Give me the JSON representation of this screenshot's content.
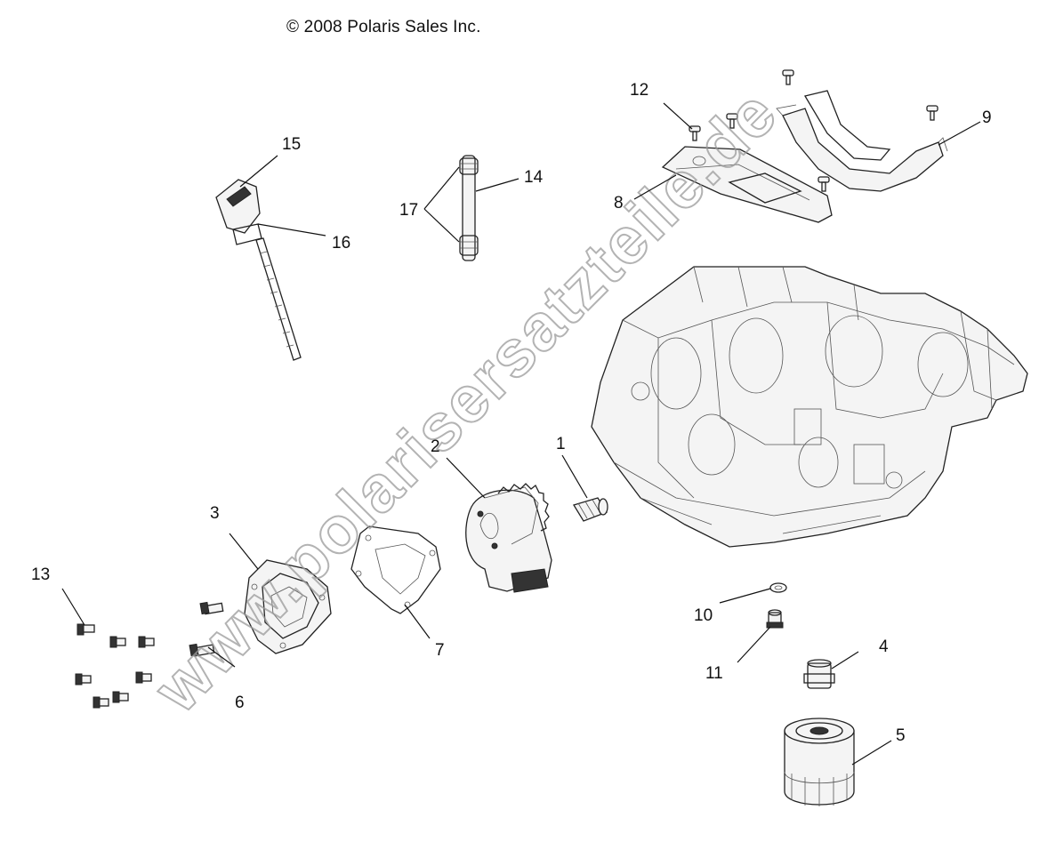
{
  "copyright": "© 2008 Polaris Sales Inc.",
  "watermark": "www.polarisersatzteile.de",
  "callouts": {
    "c1": "1",
    "c2": "2",
    "c3": "3",
    "c4": "4",
    "c5": "5",
    "c6": "6",
    "c7": "7",
    "c8": "8",
    "c9": "9",
    "c10": "10",
    "c11": "11",
    "c12": "12",
    "c13": "13",
    "c14": "14",
    "c15": "15",
    "c16": "16",
    "c17": "17"
  },
  "colors": {
    "line": "#222222",
    "watermark": "#9a9a9a",
    "background": "#ffffff"
  }
}
